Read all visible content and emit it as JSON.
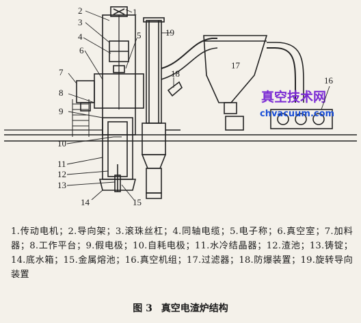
{
  "figure": {
    "callouts": [
      "1",
      "2",
      "3",
      "4",
      "5",
      "6",
      "7",
      "8",
      "9",
      "10",
      "11",
      "12",
      "13",
      "14",
      "15",
      "16",
      "17",
      "18",
      "19"
    ],
    "watermark_cn": "真空技术网",
    "watermark_url": "chvacuum.com"
  },
  "legend_text": "1.传动电机；2.导向架；3.滚珠丝杠；4.同轴电缆；5.电子称；6.真空室；7.加料器；8.工作平台；9.假电极；10.自耗电极；11.水冷结晶器；12.渣池；13.铸锭；14.底水箱；15.金属熔池；16.真空机组；17.过滤器；18.防爆装置；19.旋转导向装置",
  "caption": {
    "label": "图 3",
    "title": "真空电渣炉结构"
  }
}
